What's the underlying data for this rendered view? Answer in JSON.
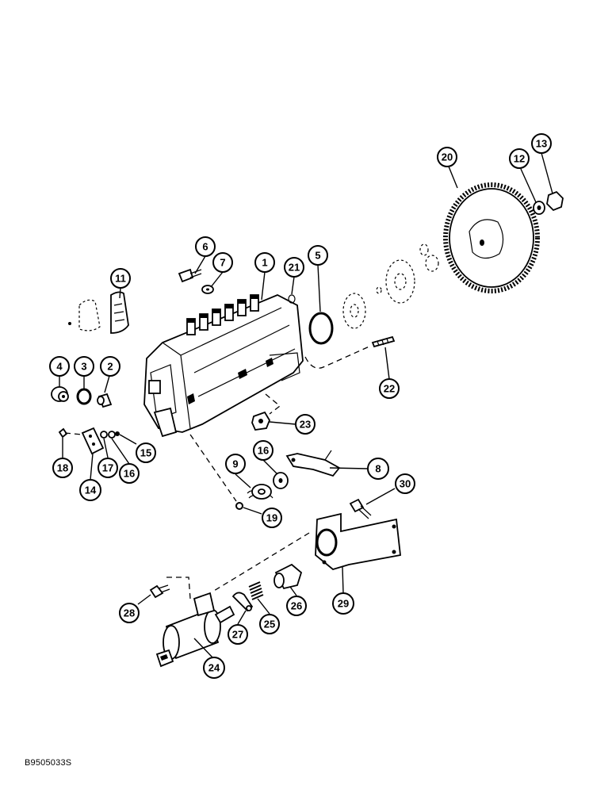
{
  "figure_code": "B9505033S",
  "callouts": [
    {
      "id": "1",
      "label": "1"
    },
    {
      "id": "2",
      "label": "2"
    },
    {
      "id": "3",
      "label": "3"
    },
    {
      "id": "4",
      "label": "4"
    },
    {
      "id": "5",
      "label": "5"
    },
    {
      "id": "6",
      "label": "6"
    },
    {
      "id": "7",
      "label": "7"
    },
    {
      "id": "8",
      "label": "8"
    },
    {
      "id": "9",
      "label": "9"
    },
    {
      "id": "11",
      "label": "11"
    },
    {
      "id": "12",
      "label": "12"
    },
    {
      "id": "13",
      "label": "13"
    },
    {
      "id": "14",
      "label": "14"
    },
    {
      "id": "15",
      "label": "15"
    },
    {
      "id": "16a",
      "label": "16"
    },
    {
      "id": "16b",
      "label": "16"
    },
    {
      "id": "17",
      "label": "17"
    },
    {
      "id": "18",
      "label": "18"
    },
    {
      "id": "19",
      "label": "19"
    },
    {
      "id": "20",
      "label": "20"
    },
    {
      "id": "21",
      "label": "21"
    },
    {
      "id": "22",
      "label": "22"
    },
    {
      "id": "23",
      "label": "23"
    },
    {
      "id": "24",
      "label": "24"
    },
    {
      "id": "25",
      "label": "25"
    },
    {
      "id": "26",
      "label": "26"
    },
    {
      "id": "27",
      "label": "27"
    },
    {
      "id": "28",
      "label": "28"
    },
    {
      "id": "29",
      "label": "29"
    },
    {
      "id": "30",
      "label": "30"
    }
  ]
}
